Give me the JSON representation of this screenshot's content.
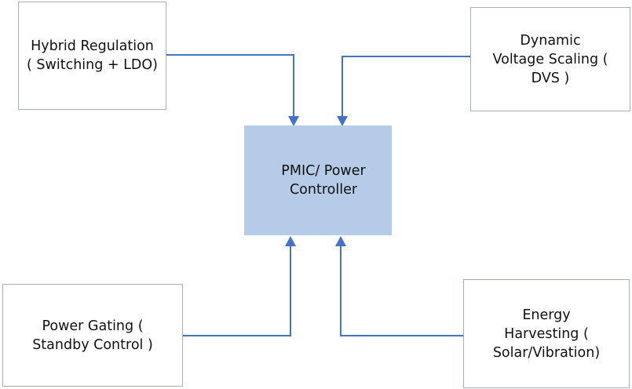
{
  "diagram": {
    "nodes": {
      "hybrid": {
        "line1": "Hybrid Regulation",
        "line2": "( Switching + LDO)"
      },
      "dvs": {
        "line1": "Dynamic",
        "line2": "Voltage Scaling (",
        "line3": "DVS )"
      },
      "pmic": {
        "line1": "PMIC/ Power",
        "line2": "Controller"
      },
      "gating": {
        "line1": "Power Gating (",
        "line2": "Standby Control )"
      },
      "energy": {
        "line1": "Energy",
        "line2": "Harvesting (",
        "line3": "Solar/Vibration)"
      }
    },
    "edges": [
      {
        "from": "hybrid",
        "to": "pmic"
      },
      {
        "from": "dvs",
        "to": "pmic"
      },
      {
        "from": "gating",
        "to": "pmic"
      },
      {
        "from": "energy",
        "to": "pmic"
      }
    ],
    "colors": {
      "pmic_fill": "#b5cbe8",
      "arrow": "#4472c4",
      "box_border": "#a5aeb6"
    }
  }
}
